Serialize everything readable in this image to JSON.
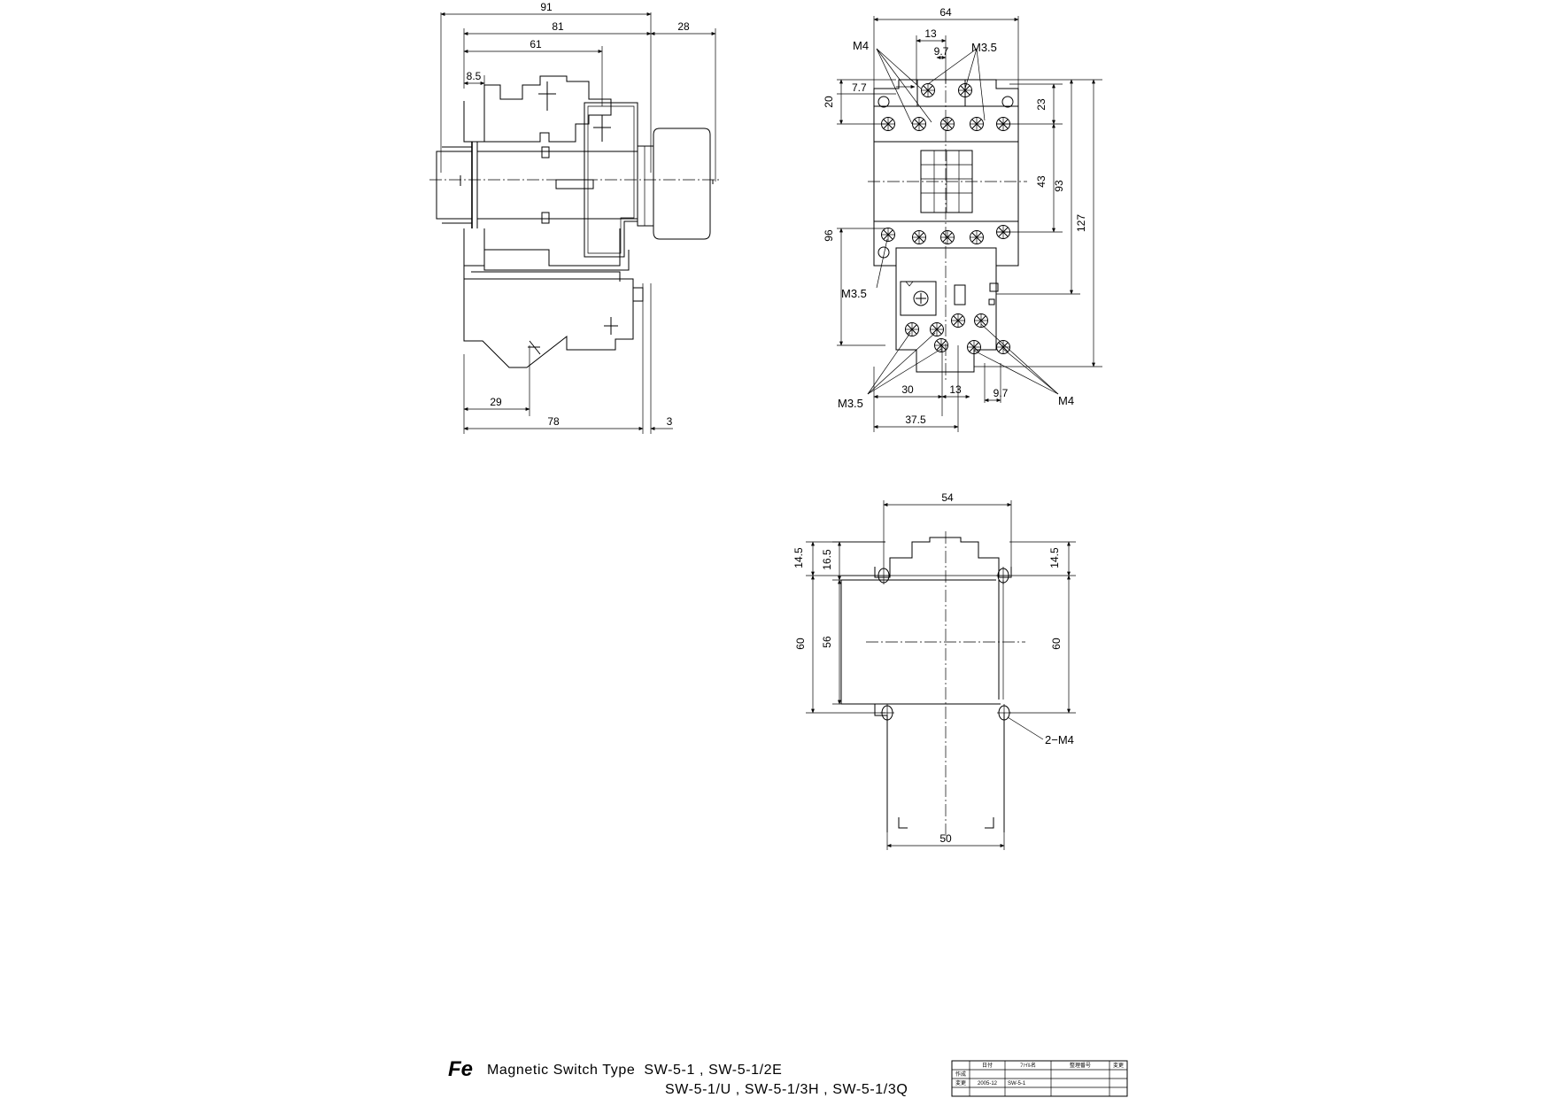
{
  "side_view": {
    "dims": {
      "overall_width": "91",
      "contactor_width": "81",
      "inner_width": "61",
      "offset_small": "8.5",
      "coil_projection": "28",
      "overload_offset": "29",
      "base_width": "78",
      "base_gap": "3"
    }
  },
  "front_view": {
    "dims": {
      "width": "64",
      "top_spacing": "13",
      "pitch": "9.7",
      "left_offset": "7.7",
      "top_terminal_height": "20",
      "right_upper": "23",
      "mid_height": "43",
      "height_93": "93",
      "total_height": "127",
      "left_height": "96",
      "bottom_offset": "30",
      "bottom_spacing": "13",
      "bottom_pitch": "9.7",
      "bottom_width": "37.5"
    },
    "labels": {
      "m4_top": "M4",
      "m35_top": "M3.5",
      "m35_left": "M3.5",
      "m35_bottom": "M3.5",
      "m4_bottom": "M4"
    }
  },
  "mount_view": {
    "dims": {
      "top_width": "54",
      "left_offset": "14.5",
      "inner_offset": "16.5",
      "left_height": "60",
      "inner_height": "56",
      "right_offset": "14.5",
      "right_height": "60",
      "bottom_width": "50"
    },
    "labels": {
      "holes": "2−M4"
    }
  },
  "title_block": {
    "logo": "Fe",
    "line1": "Magnetic Switch Type  SW-5-1 , SW-5-1/2E",
    "line2": "SW-5-1/U , SW-5-1/3H , SW-5-1/3Q",
    "table": {
      "headers": [
        "日付",
        "ﾌｧｲﾙ名",
        "整理番号",
        "変更"
      ],
      "rows": [
        [
          "作成",
          "",
          "",
          "",
          ""
        ],
        [
          "変更",
          "2005-12",
          "SW-5-1",
          "",
          ""
        ]
      ]
    }
  }
}
